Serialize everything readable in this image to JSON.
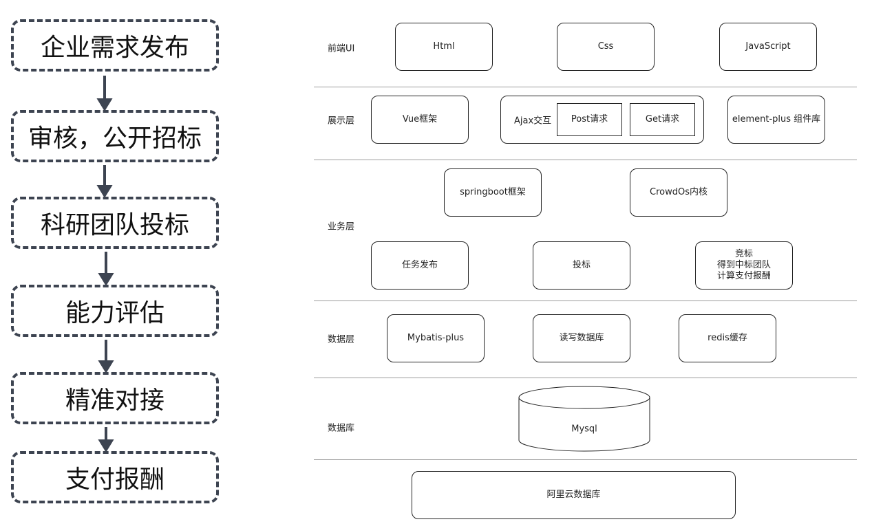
{
  "flow": {
    "steps": [
      "企业需求发布",
      "审核，公开招标",
      "科研团队投标",
      "能力评估",
      "精准对接",
      "支付报酬"
    ]
  },
  "architecture": {
    "layers": {
      "frontend": "前端UI",
      "presentation": "展示层",
      "business": "业务层",
      "data": "数据层",
      "database": "数据库"
    },
    "frontend": {
      "html": "Html",
      "css": "Css",
      "js": "JavaScript"
    },
    "presentation": {
      "vue": "Vue框架",
      "ajax": "Ajax交互",
      "post": "Post请求",
      "get": "Get请求",
      "element": "element-plus 组件库"
    },
    "business": {
      "springboot": "springboot框架",
      "crowdos": "CrowdOs内核",
      "task": "任务发布",
      "bid": "投标",
      "compete": [
        "竞标",
        "得到中标团队",
        "计算支付报酬"
      ]
    },
    "data": {
      "mybatis": "Mybatis-plus",
      "rw": "读写数据库",
      "redis": "redis缓存"
    },
    "database": {
      "mysql": "Mysql",
      "aliyun": "阿里云数据库"
    }
  },
  "colors": {
    "flow_border": "#3d4451",
    "arrow": "#3d4451",
    "box_border": "#222222",
    "separator": "#9a9a9a"
  }
}
